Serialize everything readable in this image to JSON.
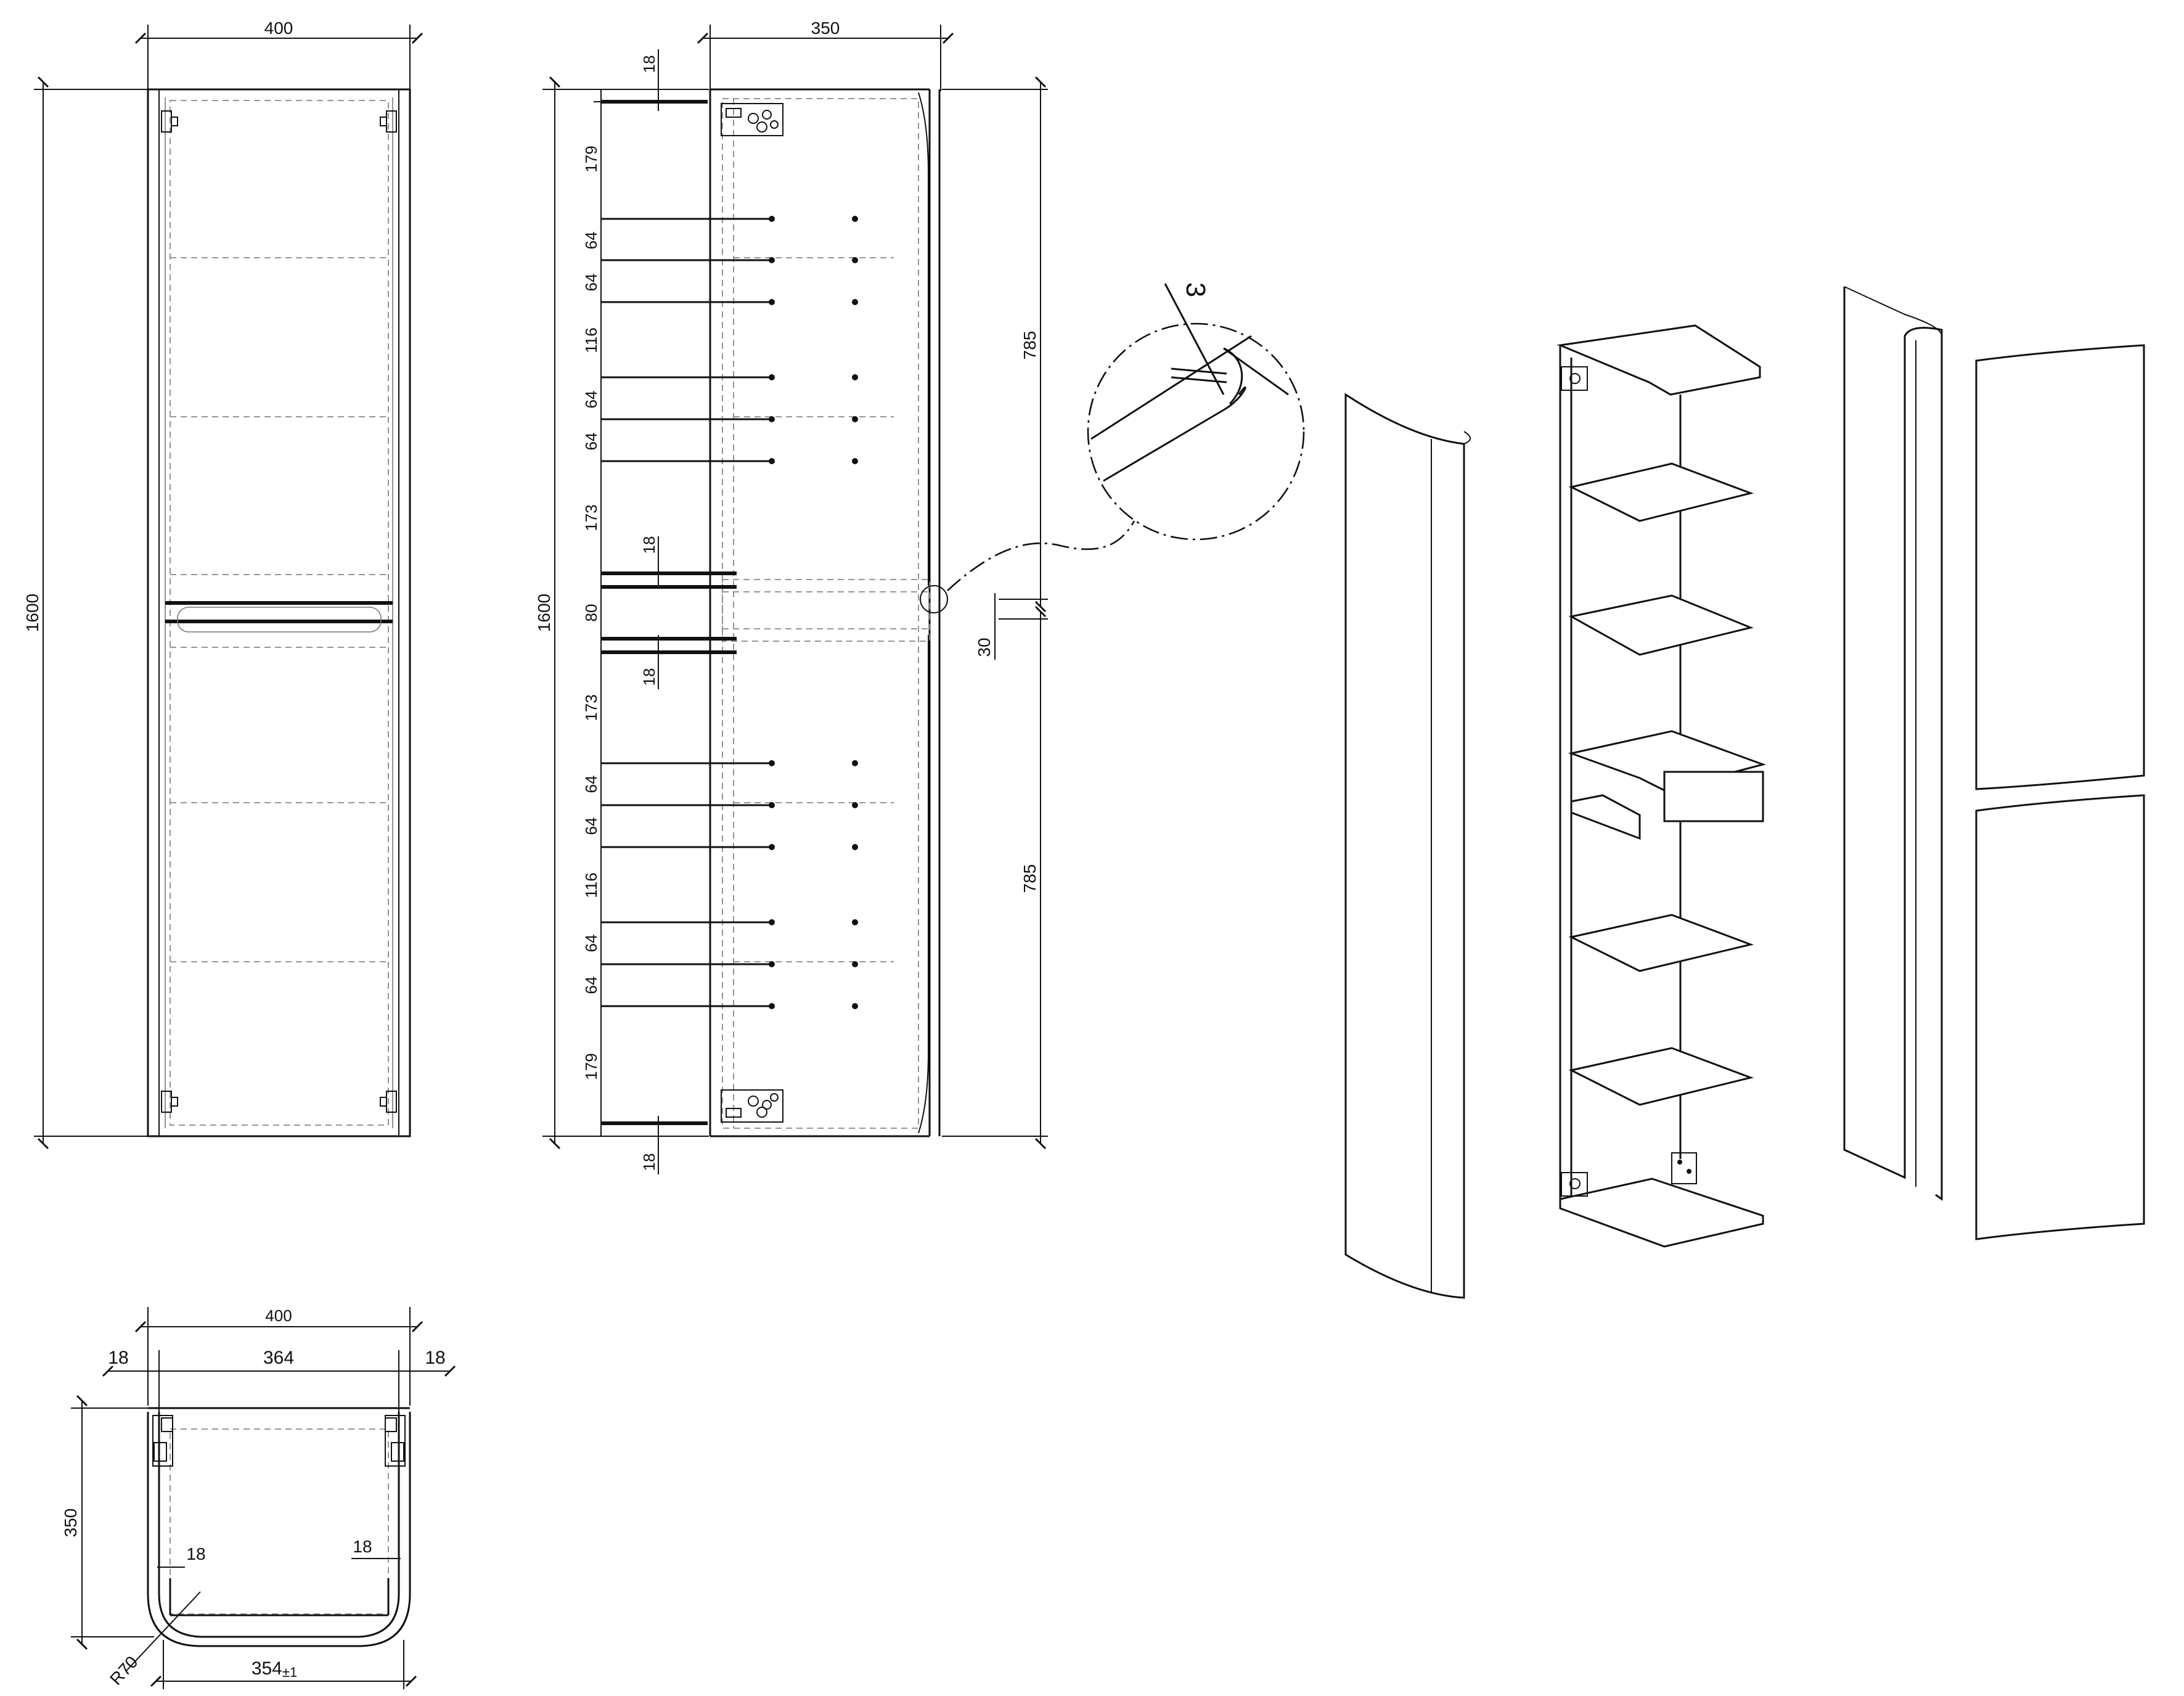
{
  "front_view": {
    "width_label": "400",
    "height_label": "1600"
  },
  "side_view": {
    "depth_label": "350",
    "height_label": "1600",
    "upper_door_label": "785",
    "lower_door_label": "785",
    "gap_label": "30",
    "top_board_label": "18",
    "bottom_board_label": "18",
    "middle_above_label": "18",
    "middle_below_label": "18",
    "middle_gap_label": "80",
    "upper_chain": [
      "179",
      "64",
      "64",
      "116",
      "64",
      "64",
      "173"
    ],
    "lower_chain": [
      "173",
      "64",
      "64",
      "116",
      "64",
      "64",
      "179"
    ]
  },
  "plan_view": {
    "overall_width_label": "400",
    "inner_width_label": "364",
    "left_panel_label": "18",
    "right_panel_label": "18",
    "depth_label": "350",
    "left_inner_label": "18",
    "right_inner_label": "18",
    "radius_label": "R70",
    "bottom_width_label": "354",
    "bottom_tolerance_label": "±1"
  },
  "detail": {
    "label": "3"
  }
}
